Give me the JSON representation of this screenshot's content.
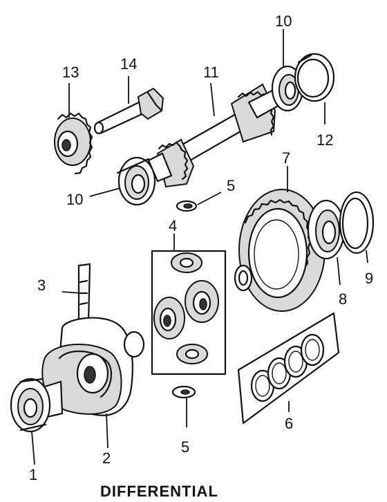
{
  "title": "DIFFERENTIAL",
  "callouts": {
    "c1": "1",
    "c2": "2",
    "c3": "3",
    "c4": "4",
    "c5a": "5",
    "c5b": "5",
    "c6": "6",
    "c7": "7",
    "c8": "8",
    "c9": "9",
    "c10a": "10",
    "c10b": "10",
    "c11": "11",
    "c12": "12",
    "c13": "13",
    "c14": "14"
  }
}
